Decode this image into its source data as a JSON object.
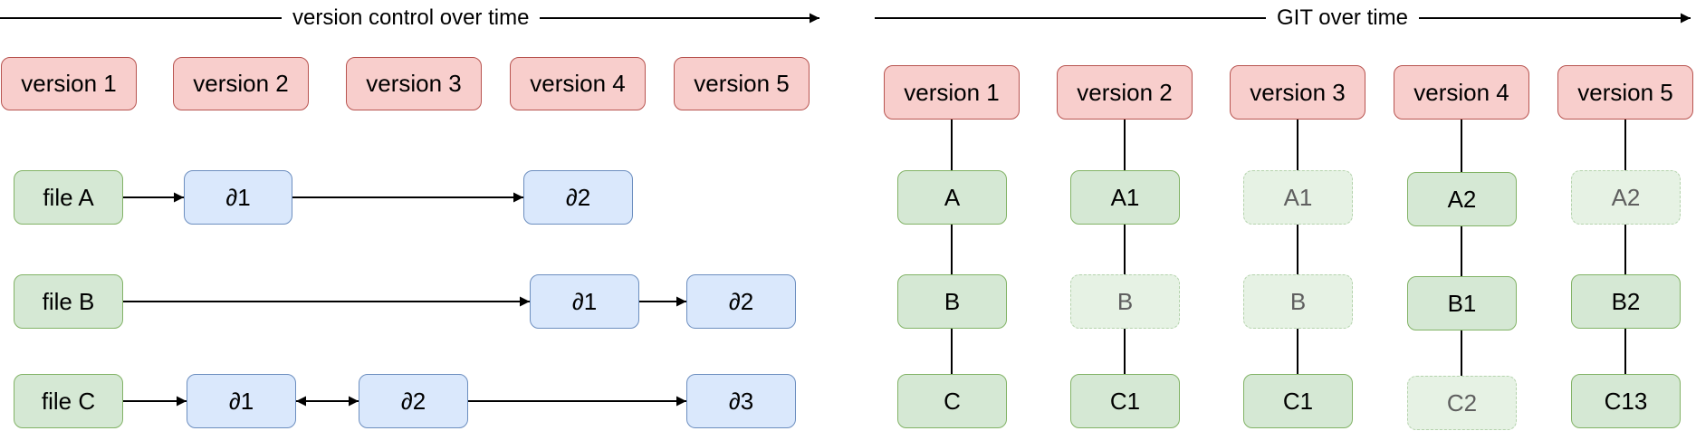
{
  "left": {
    "title": "version control over time",
    "versions": [
      "version 1",
      "version 2",
      "version 3",
      "version 4",
      "version 5"
    ],
    "files": [
      {
        "label": "file A",
        "deltas": [
          "∂1",
          "∂2"
        ]
      },
      {
        "label": "file B",
        "deltas": [
          "∂1",
          "∂2"
        ]
      },
      {
        "label": "file C",
        "deltas": [
          "∂1",
          "∂2",
          "∂3"
        ]
      }
    ]
  },
  "right": {
    "title": "GIT over time",
    "versions": [
      "version 1",
      "version 2",
      "version 3",
      "version 4",
      "version 5"
    ],
    "snapshots": [
      [
        {
          "label": "A",
          "state": "changed"
        },
        {
          "label": "B",
          "state": "changed"
        },
        {
          "label": "C",
          "state": "changed"
        }
      ],
      [
        {
          "label": "A1",
          "state": "changed"
        },
        {
          "label": "B",
          "state": "unchanged"
        },
        {
          "label": "C1",
          "state": "changed"
        }
      ],
      [
        {
          "label": "A1",
          "state": "unchanged"
        },
        {
          "label": "B",
          "state": "unchanged"
        },
        {
          "label": "C1",
          "state": "changed"
        }
      ],
      [
        {
          "label": "A2",
          "state": "changed"
        },
        {
          "label": "B1",
          "state": "changed"
        },
        {
          "label": "C2",
          "state": "unchanged"
        }
      ],
      [
        {
          "label": "A2",
          "state": "unchanged"
        },
        {
          "label": "B2",
          "state": "changed"
        },
        {
          "label": "C13",
          "state": "changed"
        }
      ]
    ]
  },
  "colors": {
    "version_fill": "#f8cecc",
    "version_stroke": "#b85450",
    "file_fill": "#d5e8d4",
    "file_stroke": "#82b366",
    "delta_fill": "#dae8fc",
    "delta_stroke": "#6c8ebf",
    "unchanged_fill": "#e6f2e4"
  }
}
